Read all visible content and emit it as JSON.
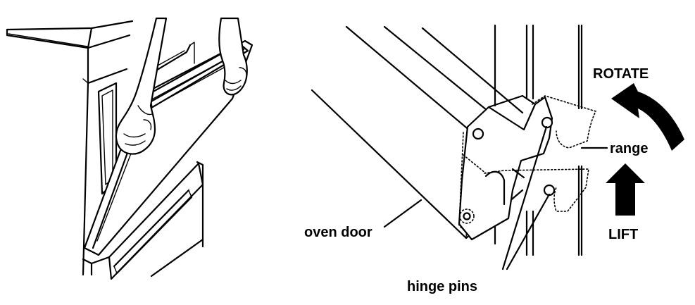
{
  "labels": {
    "rotate": "ROTATE",
    "range": "range",
    "lift": "LIFT",
    "oven_door": "oven door",
    "hinge_pins": "hinge pins"
  },
  "colors": {
    "ink": "#000000",
    "background": "#ffffff"
  }
}
